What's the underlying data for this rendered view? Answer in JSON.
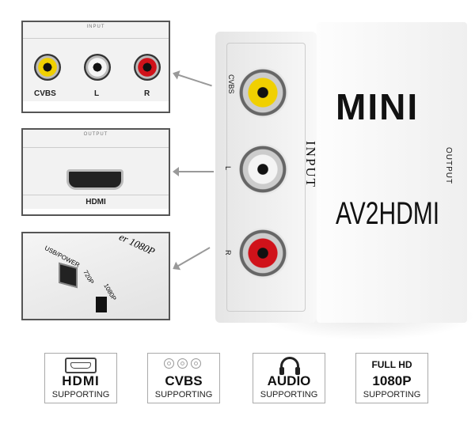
{
  "insets": {
    "input": {
      "title": "INPUT",
      "labels": [
        "CVBS",
        "L",
        "R"
      ]
    },
    "output": {
      "title": "OUTPUT",
      "label": "HDMI"
    },
    "power": {
      "usb": "USB/POWER",
      "switch_a": "720P",
      "switch_b": "1080P",
      "edge_text": "er 1080P"
    }
  },
  "device": {
    "brand": "MINI",
    "model": "AV2HDMI",
    "input_label": "INPUT",
    "output_label": "OUTPUT",
    "jack_labels": [
      "CVBS",
      "L",
      "R"
    ]
  },
  "badges": [
    {
      "main": "HDMI",
      "sub": "SUPPORTING"
    },
    {
      "main": "CVBS",
      "sub": "SUPPORTING"
    },
    {
      "main": "AUDIO",
      "sub": "SUPPORTING"
    },
    {
      "top": "FULL HD",
      "main": "1080P",
      "sub": "SUPPORTING"
    }
  ],
  "colors": {
    "yellow": "#f0d000",
    "white": "#f4f4f4",
    "red": "#d0121a"
  }
}
